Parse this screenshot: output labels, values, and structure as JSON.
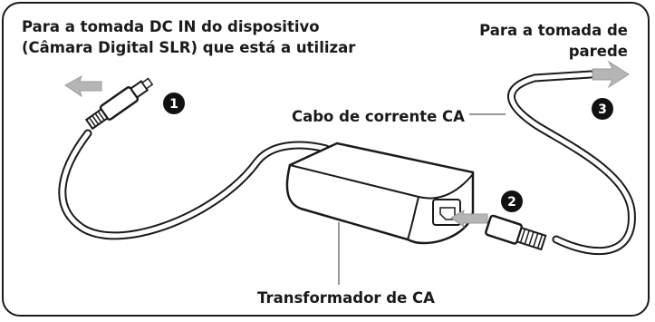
{
  "labels": {
    "dc_in": "Para a tomada DC IN do dispositivo (Câmara Digital SLR) que está a utilizar",
    "wall_outlet": "Para a tomada de parede",
    "ac_cable": "Cabo de corrente CA",
    "transformer": "Transformador de CA"
  },
  "steps": [
    "1",
    "2",
    "3"
  ],
  "colors": {
    "line": "#1a1a1a",
    "arrow": "#b5b5b5",
    "badge": "#111111",
    "cable": "#555555"
  }
}
